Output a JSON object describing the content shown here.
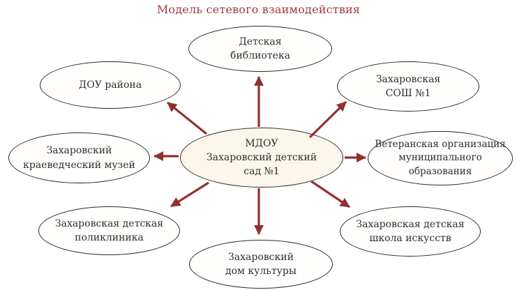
{
  "title": "Модель сетевого взаимодействия",
  "colors": {
    "title_text": "#9c3e3e",
    "arrow": "#93302e",
    "node_border": "#2a2a2a",
    "outer_node_fill": "#fffefc",
    "center_node_fill": "#fbf6ec",
    "node_text": "#2e2e2e",
    "background": "#ffffff"
  },
  "center_node": {
    "lines": [
      "МДОУ",
      "Захаровский детский",
      "сад №1"
    ]
  },
  "nodes": {
    "library": {
      "lines": [
        "Детская",
        "библиотека"
      ]
    },
    "dou": {
      "lines": [
        "ДОУ района"
      ]
    },
    "sosh": {
      "lines": [
        "Захаровская",
        "СОШ №1"
      ]
    },
    "veteran": {
      "lines": [
        "Ветеранская организация",
        "муниципального образования"
      ]
    },
    "arts_school": {
      "lines": [
        "Захаровская детская",
        "школа искусств"
      ]
    },
    "culture_house": {
      "lines": [
        "Захаровский",
        "дом культуры"
      ]
    },
    "clinic": {
      "lines": [
        "Захаровская детская",
        "поликлиника"
      ]
    },
    "museum": {
      "lines": [
        "Захаровский",
        "краеведческий музей"
      ]
    }
  }
}
